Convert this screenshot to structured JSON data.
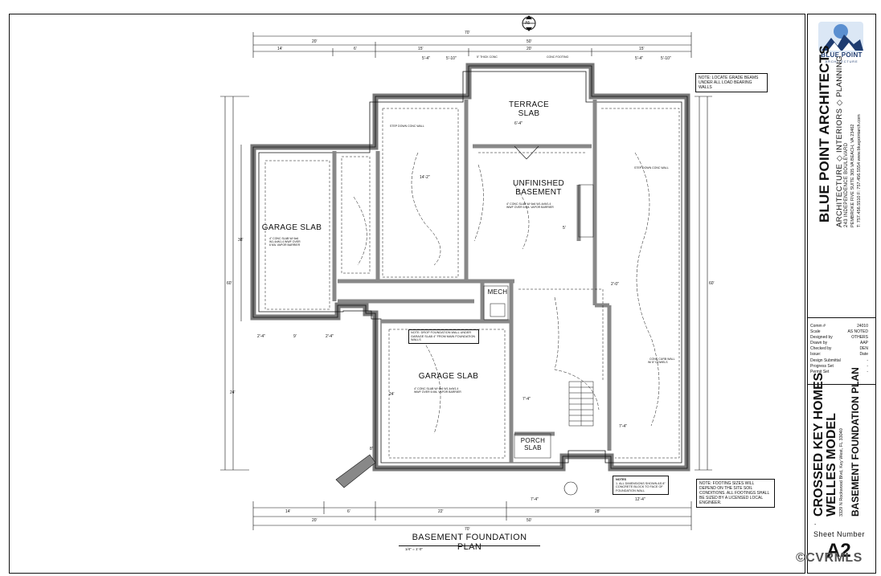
{
  "sheet": {
    "plan_title": "BASEMENT FOUNDATION PLAN",
    "plan_scale": "1/4\" = 1'-0\"",
    "north_marker": "A5"
  },
  "title_block": {
    "logo_name": "BLUE POINT",
    "logo_sub": "ARCHITECTURE",
    "firm_name": "BLUE POINT ARCHITECTS",
    "services": "ARCHITECTURE ◇ INTERIORS ◇ PLANNING",
    "address_line1": "243 INDEPENDENCE BOULEVARD",
    "address_line2": "PEMBROKE FIVE  SUITE 305  VA BEACH, VA 23462",
    "address_line3": "T: 757.456.5510  F: 757.456.5554  www.bluepointarch.com",
    "info_rows": [
      {
        "label": "Comm #",
        "value": "24010"
      },
      {
        "label": "Scale",
        "value": "AS NOTED"
      },
      {
        "label": "Designed by",
        "value": "OTHERS"
      },
      {
        "label": "Drawn by",
        "value": "AAP"
      },
      {
        "label": "Checked by",
        "value": "DEN"
      },
      {
        "label": "Issue:",
        "value": "Date"
      },
      {
        "label": "Design Submittal",
        "value": "-"
      },
      {
        "label": "Progress Set",
        "value": "-"
      },
      {
        "label": "Permit Set",
        "value": "-"
      }
    ],
    "project_name_line1": "CROSSED KEY HOMES",
    "project_name_line2": "WELLES MODEL",
    "project_address": "3329 N Rockwood Blvd, Key West, FL 33040",
    "sheet_title": "BASEMENT FOUNDATION PLAN",
    "dash": "-",
    "sheet_number_label": "Sheet Number",
    "sheet_number": "A2"
  },
  "watermark": "©CVRMLS",
  "rooms": {
    "terrace": "TERRACE\nSLAB",
    "unfinished": "UNFINISHED\nBASEMENT",
    "garage_left": "GARAGE SLAB",
    "garage_center": "GARAGE SLAB",
    "mech": "MECH",
    "porch": "PORCH\nSLAB"
  },
  "notes": {
    "grade_beams": "NOTE: LOCATE GRADE BEAMS UNDER ALL LOAD BEARING WALLS",
    "footing_sizes": "NOTE: FOOTING SIZES WILL DEPEND ON THE SITE SOIL CONDITIONS. ALL FOOTINGS SHALL BE SIZED BY A LICENSED LOCAL ENGINEER.",
    "frost_wall": "NOTE: DROP FOUNDATION WALL UNDER GARAGE SLAB 4\" FROM MAIN FOUNDATION WALLS",
    "notes_title": "NOTES",
    "notes_item": "1. ALL DIMENSIONS SHOWN AS 8\" CONCRETE BLOCK TO FACE OF FOUNDATION WALL"
  },
  "dimensions": {
    "overall_top": "70'",
    "top_left": "20'",
    "top_right": "50'",
    "overall_bottom": "70'",
    "bottom_left": "20'",
    "bottom_right": "50'",
    "left_height": "60'",
    "right_height": "60'",
    "b1": "14'",
    "b2": "6'",
    "b3": "22'",
    "b4": "28'",
    "d1": "2'-4\"",
    "d2": "9'",
    "d3": "2'-4\"",
    "d4": "7'-4\"",
    "d5": "12'-4\"",
    "d6": "5'-4\"",
    "d7": "5'-10\"",
    "d8": "8'",
    "d9": "15'",
    "d10": "20'",
    "d11": "14'",
    "d12": "5'-4\"",
    "d13": "5'-10\"",
    "side1": "38'",
    "side2": "24'",
    "side3": "8'",
    "slab_spec": "4\" CONC SLAB W/ 6x6 W1.4xW1.4 WWF OVER 6 MIL VAPOR BARRIER"
  }
}
